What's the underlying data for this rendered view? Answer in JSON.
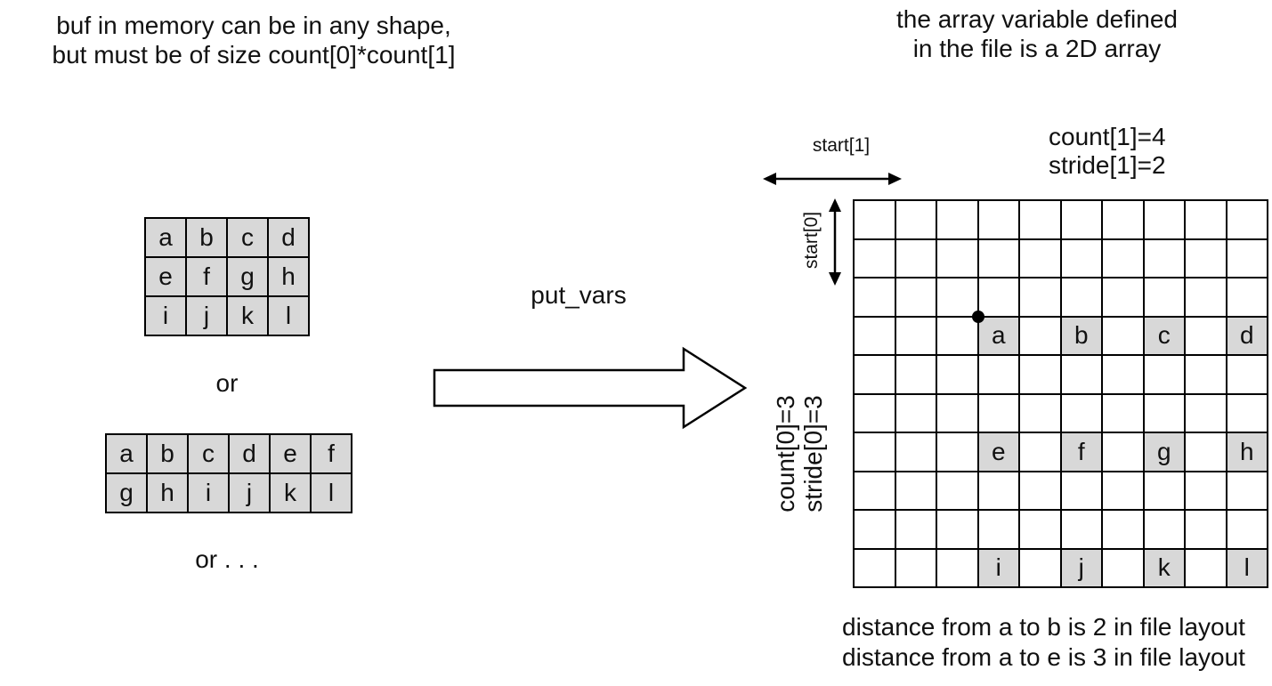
{
  "colors": {
    "background": "#ffffff",
    "line": "#000000",
    "cell_fill": "#d8d8d8"
  },
  "captions": {
    "buf_note": [
      "buf in memory can be in any shape,",
      "but must be of size count[0]*count[1]"
    ],
    "file_note": [
      "the array variable defined",
      "in the file is a 2D array"
    ],
    "or_label": "or",
    "or_more_label": "or . . .",
    "arrow_label": "put_vars",
    "distance_notes": [
      "distance from a to b is 2 in file layout",
      "distance from a to e is 3 in file layout"
    ]
  },
  "hyperslab_labels": {
    "start1": "start[1]",
    "start0": "start[0]",
    "count1": "count[1]=4",
    "stride1": "stride[1]=2",
    "count0": "count[0]=3",
    "stride0": "stride[0]=3"
  },
  "memory_layouts": [
    {
      "name": "3x4",
      "rows": [
        [
          "a",
          "b",
          "c",
          "d"
        ],
        [
          "e",
          "f",
          "g",
          "h"
        ],
        [
          "i",
          "j",
          "k",
          "l"
        ]
      ]
    },
    {
      "name": "2x6",
      "rows": [
        [
          "a",
          "b",
          "c",
          "d",
          "e",
          "f"
        ],
        [
          "g",
          "h",
          "i",
          "j",
          "k",
          "l"
        ]
      ]
    }
  ],
  "file_array": {
    "rows": 10,
    "cols": 10,
    "cells": [
      {
        "row": 3,
        "col": 3,
        "letter": "a"
      },
      {
        "row": 3,
        "col": 5,
        "letter": "b"
      },
      {
        "row": 3,
        "col": 7,
        "letter": "c"
      },
      {
        "row": 3,
        "col": 9,
        "letter": "d"
      },
      {
        "row": 6,
        "col": 3,
        "letter": "e"
      },
      {
        "row": 6,
        "col": 5,
        "letter": "f"
      },
      {
        "row": 6,
        "col": 7,
        "letter": "g"
      },
      {
        "row": 6,
        "col": 9,
        "letter": "h"
      },
      {
        "row": 9,
        "col": 3,
        "letter": "i"
      },
      {
        "row": 9,
        "col": 5,
        "letter": "j"
      },
      {
        "row": 9,
        "col": 7,
        "letter": "k"
      },
      {
        "row": 9,
        "col": 9,
        "letter": "l"
      }
    ]
  }
}
